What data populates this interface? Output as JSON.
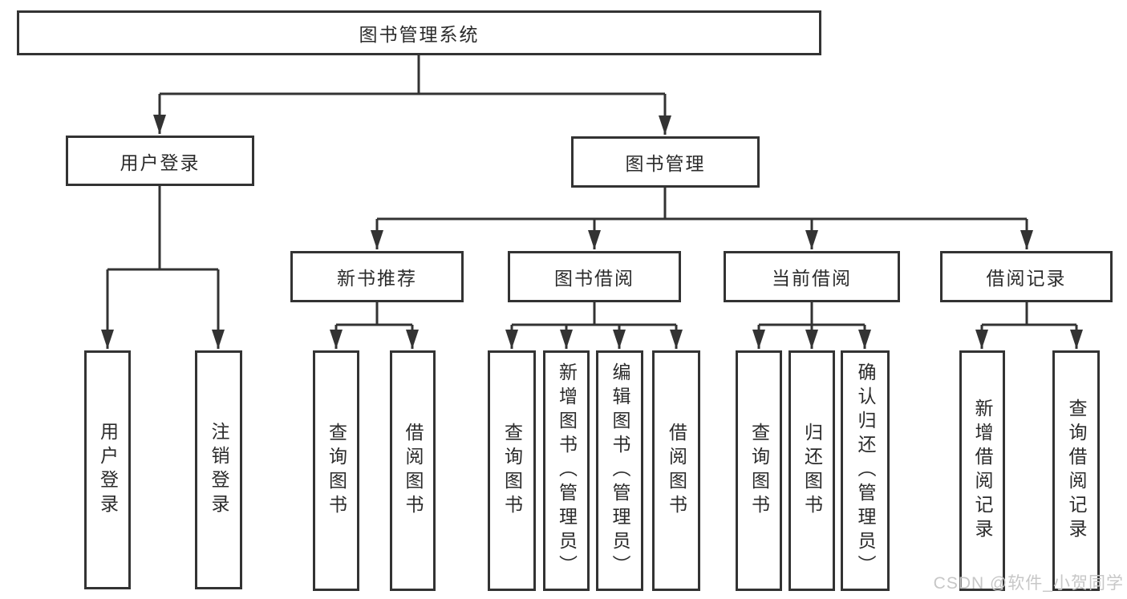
{
  "root": {
    "label": "图书管理系统"
  },
  "login_branch": {
    "label": "用户登录",
    "children": [
      "用户登录",
      "注销登录"
    ]
  },
  "management_branch": {
    "label": "图书管理",
    "sections": [
      {
        "label": "新书推荐",
        "children": [
          "查询图书",
          "借阅图书"
        ]
      },
      {
        "label": "图书借阅",
        "children": [
          "查询图书",
          "新增图书（管理员）",
          "编辑图书（管理员）",
          "借阅图书"
        ]
      },
      {
        "label": "当前借阅",
        "children": [
          "查询图书",
          "归还图书",
          "确认归还（管理员）"
        ]
      },
      {
        "label": "借阅记录",
        "children": [
          "新增借阅记录",
          "查询借阅记录"
        ]
      }
    ]
  },
  "watermark": "CSDN @软件_小贺同学",
  "colors": {
    "line": "#333333",
    "text": "#2b2b2b",
    "watermark": "#c7c7c7",
    "background": "#ffffff"
  }
}
